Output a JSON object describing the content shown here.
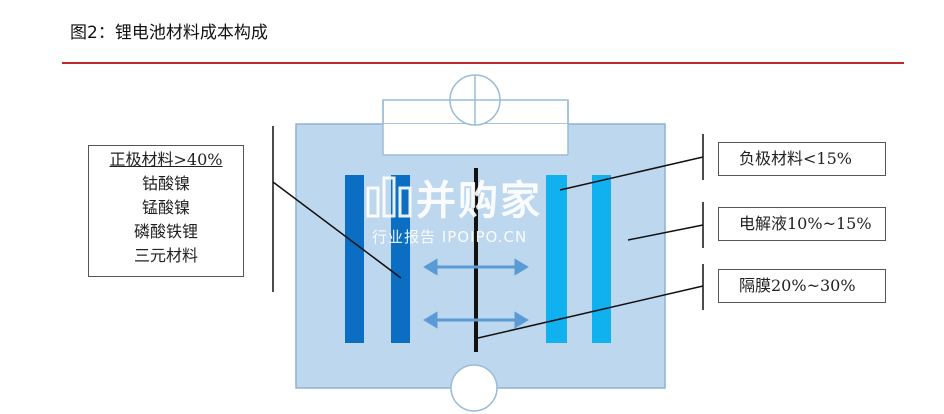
{
  "title": "图2：锂电池材料成本构成",
  "cathode_box": {
    "header": "正极材料>40%",
    "items": [
      "钴酸镍",
      "锰酸镍",
      "磷酸铁锂",
      "三元材料"
    ]
  },
  "anode_label": "负极材料<15%",
  "electrolyte_label": "电解液10%~15%",
  "separator_label": "隔膜20%~30%",
  "watermark": {
    "main": "并购家",
    "sub": "行业报告 IPOIPO.CN"
  },
  "colors": {
    "accent_rule": "#c0272d",
    "cell_fill": "#bdd7ee",
    "cathode": "#0b6ec2",
    "anode": "#11b0ee",
    "arrow": "#5b9bd5"
  }
}
